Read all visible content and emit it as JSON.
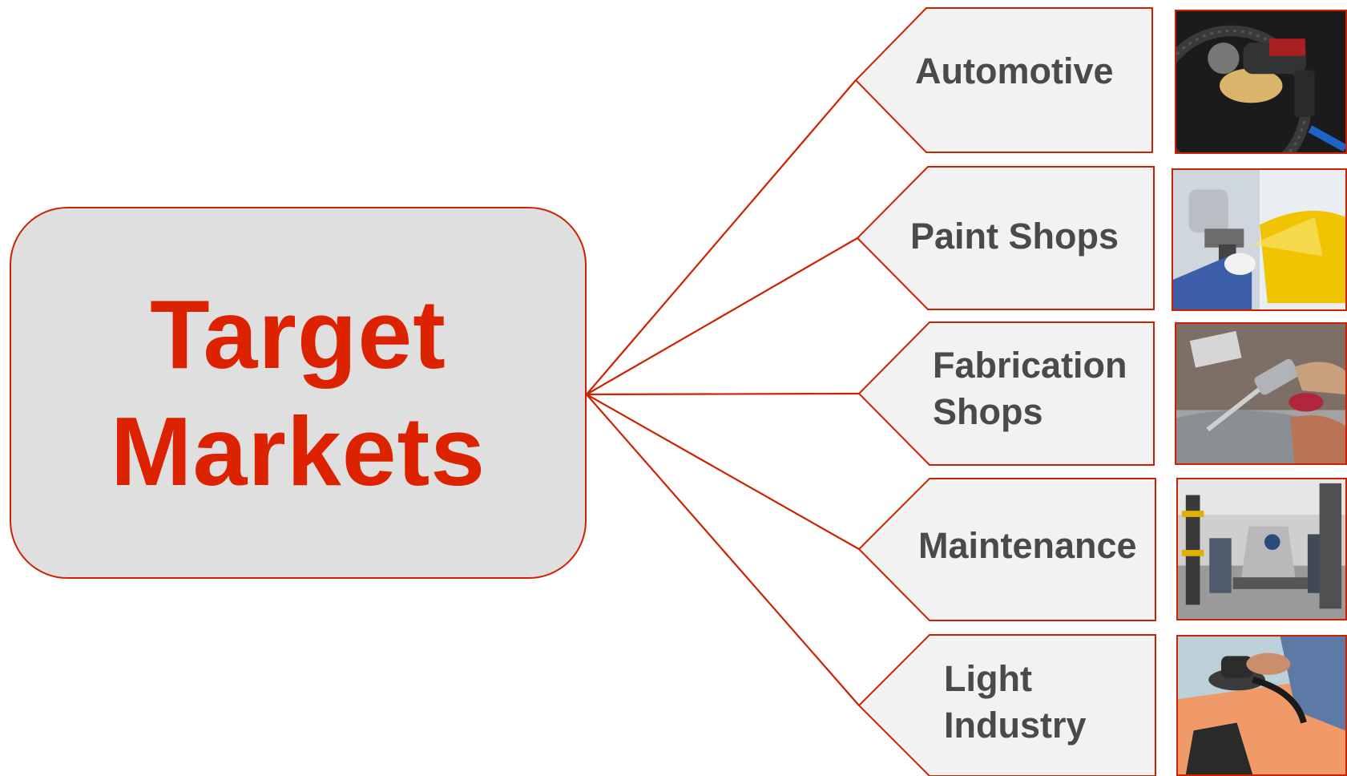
{
  "diagram": {
    "center": {
      "title_lines": [
        "Target",
        "Markets"
      ],
      "fill_color": "#dfdfdf",
      "text_color": "#dd2200",
      "border_color": "#cc2200"
    },
    "markets": [
      {
        "label_lines": [
          "Automotive"
        ],
        "photo_icon": "impact-wrench-photo"
      },
      {
        "label_lines": [
          "Paint Shops"
        ],
        "photo_icon": "spray-gun-photo"
      },
      {
        "label_lines": [
          "Fabrication",
          "Shops"
        ],
        "photo_icon": "air-tool-photo"
      },
      {
        "label_lines": [
          "Maintenance"
        ],
        "photo_icon": "workshop-photo"
      },
      {
        "label_lines": [
          "Light",
          "Industry"
        ],
        "photo_icon": "orbital-sander-photo"
      }
    ],
    "colors": {
      "connector": "#cc2200",
      "node_fill": "#f2f2f2",
      "node_border": "#cc2200",
      "label_text": "#4a4a4a"
    }
  }
}
